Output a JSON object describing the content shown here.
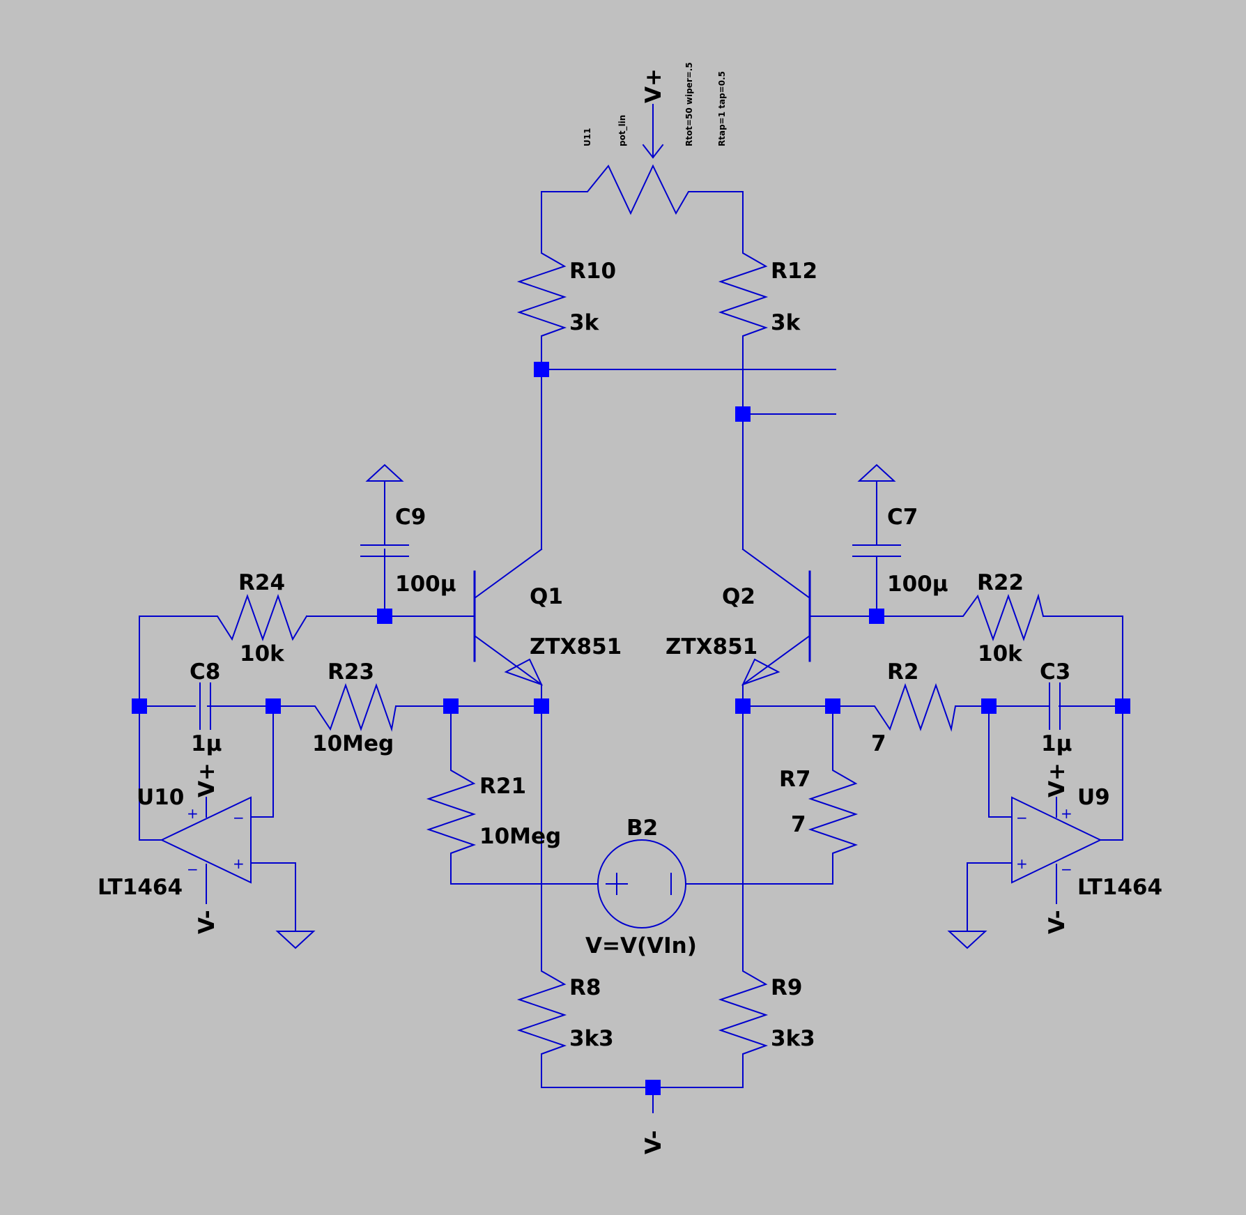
{
  "pot": {
    "ref": "U11",
    "model": "pot_lin",
    "param1": "Rtot=50 wiper=.5",
    "param2": "Rtap=1 tap=0.5",
    "supply": "V+"
  },
  "resistors": [
    {
      "id": "R10",
      "value": "3k"
    },
    {
      "id": "R12",
      "value": "3k"
    },
    {
      "id": "R24",
      "value": "10k"
    },
    {
      "id": "R22",
      "value": "10k"
    },
    {
      "id": "R23",
      "value": "10Meg"
    },
    {
      "id": "R21",
      "value": "10Meg"
    },
    {
      "id": "R2",
      "value": "7"
    },
    {
      "id": "R7",
      "value": "7"
    },
    {
      "id": "R8",
      "value": "3k3"
    },
    {
      "id": "R9",
      "value": "3k3"
    }
  ],
  "capacitors": [
    {
      "id": "C9",
      "value": "100µ"
    },
    {
      "id": "C7",
      "value": "100µ"
    },
    {
      "id": "C8",
      "value": "1µ"
    },
    {
      "id": "C3",
      "value": "1µ"
    }
  ],
  "transistors": [
    {
      "id": "Q1",
      "model": "ZTX851"
    },
    {
      "id": "Q2",
      "model": "ZTX851"
    }
  ],
  "opamps": [
    {
      "id": "U10",
      "model": "LT1464",
      "vplus": "V+",
      "vminus": "V-"
    },
    {
      "id": "U9",
      "model": "LT1464",
      "vplus": "V+",
      "vminus": "V-"
    }
  ],
  "source": {
    "id": "B2",
    "value": "V=V(VIn)"
  },
  "bottom_supply": "V-",
  "symbols": {
    "plus": "+",
    "minus": "−"
  }
}
